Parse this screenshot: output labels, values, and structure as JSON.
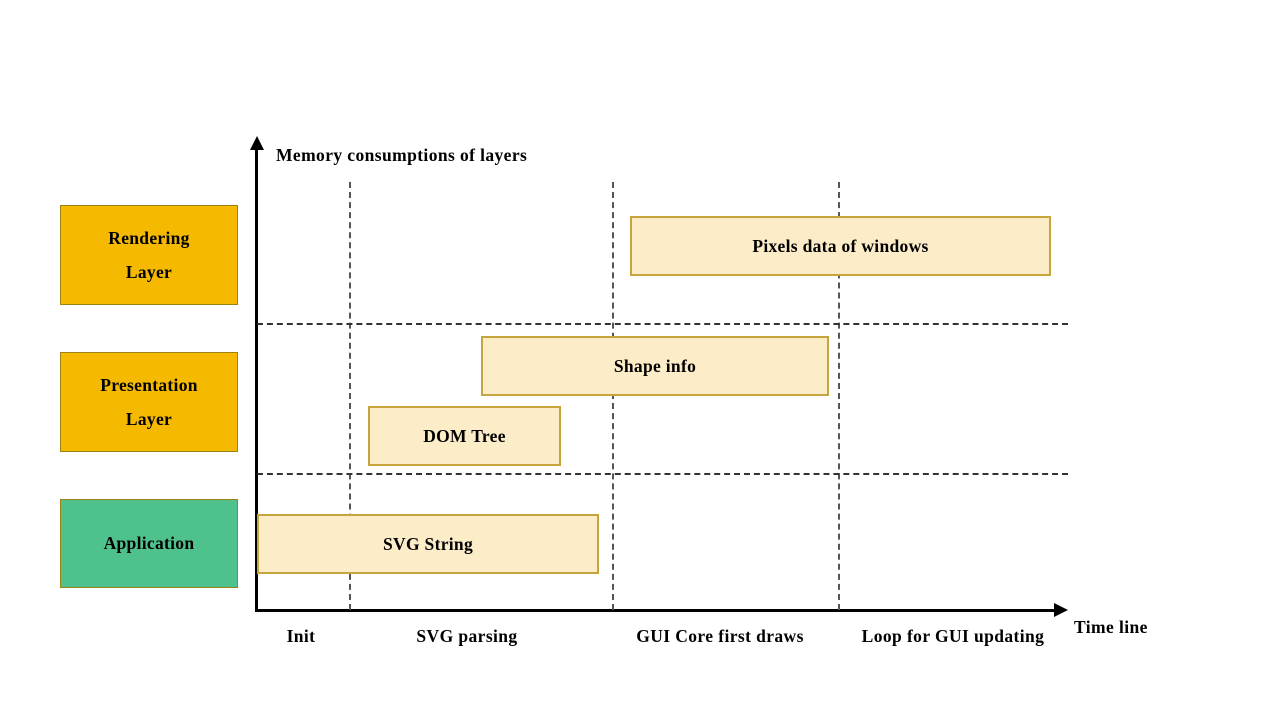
{
  "chart_data": {
    "type": "bar",
    "title": "Memory consumptions of layers",
    "xlabel": "Time line",
    "ylabel": "Memory consumptions of layers",
    "grid": true,
    "legend": "none",
    "x_phases": [
      {
        "label": "Init",
        "start": 0,
        "end": 1
      },
      {
        "label": "SVG parsing",
        "start": 1,
        "end": 2
      },
      {
        "label": "GUI Core first draws",
        "start": 2,
        "end": 3
      },
      {
        "label": "Loop for GUI updating",
        "start": 3,
        "end": 4
      }
    ],
    "bands": [
      {
        "label": "Rendering Layer",
        "index": 2
      },
      {
        "label": "Presentation Layer",
        "index": 1
      },
      {
        "label": "Application",
        "index": 0
      }
    ],
    "series": [
      {
        "name": "Pixels data of windows",
        "band": "Rendering Layer",
        "start_phase": "GUI Core first draws",
        "end_phase": "beyond Loop for GUI updating"
      },
      {
        "name": "Shape info",
        "band": "Presentation Layer",
        "start_phase": "SVG parsing",
        "end_phase": "Loop for GUI updating"
      },
      {
        "name": "DOM Tree",
        "band": "Presentation Layer",
        "start_phase": "SVG parsing",
        "end_phase": "SVG parsing"
      },
      {
        "name": "SVG String",
        "band": "Application",
        "start_phase": "Init",
        "end_phase": "SVG parsing"
      }
    ]
  },
  "diagram": {
    "title": "Memory consumptions of layers",
    "axis": {
      "x_title": "Time line",
      "ticks": [
        {
          "label": "Init"
        },
        {
          "label": "SVG parsing"
        },
        {
          "label": "GUI Core first draws"
        },
        {
          "label": "Loop for GUI updating"
        }
      ]
    },
    "layers": [
      {
        "name": "Rendering Layer",
        "line1": "Rendering",
        "line2": "Layer",
        "color": "#F5BA00"
      },
      {
        "name": "Presentation Layer",
        "line1": "Presentation",
        "line2": "Layer",
        "color": "#F5BA00"
      },
      {
        "name": "Application",
        "line1": "Application",
        "line2": "",
        "color": "#4FC18D"
      }
    ],
    "bars": [
      {
        "label": "Pixels data of windows"
      },
      {
        "label": "Shape info"
      },
      {
        "label": "DOM Tree"
      },
      {
        "label": "SVG String"
      }
    ],
    "colors": {
      "bar_fill": "#FCECC8",
      "bar_border": "#C8A53C",
      "layer_orange": "#F5BA00",
      "layer_green": "#4FC18D",
      "axis": "#000000",
      "grid": "#555555"
    }
  }
}
